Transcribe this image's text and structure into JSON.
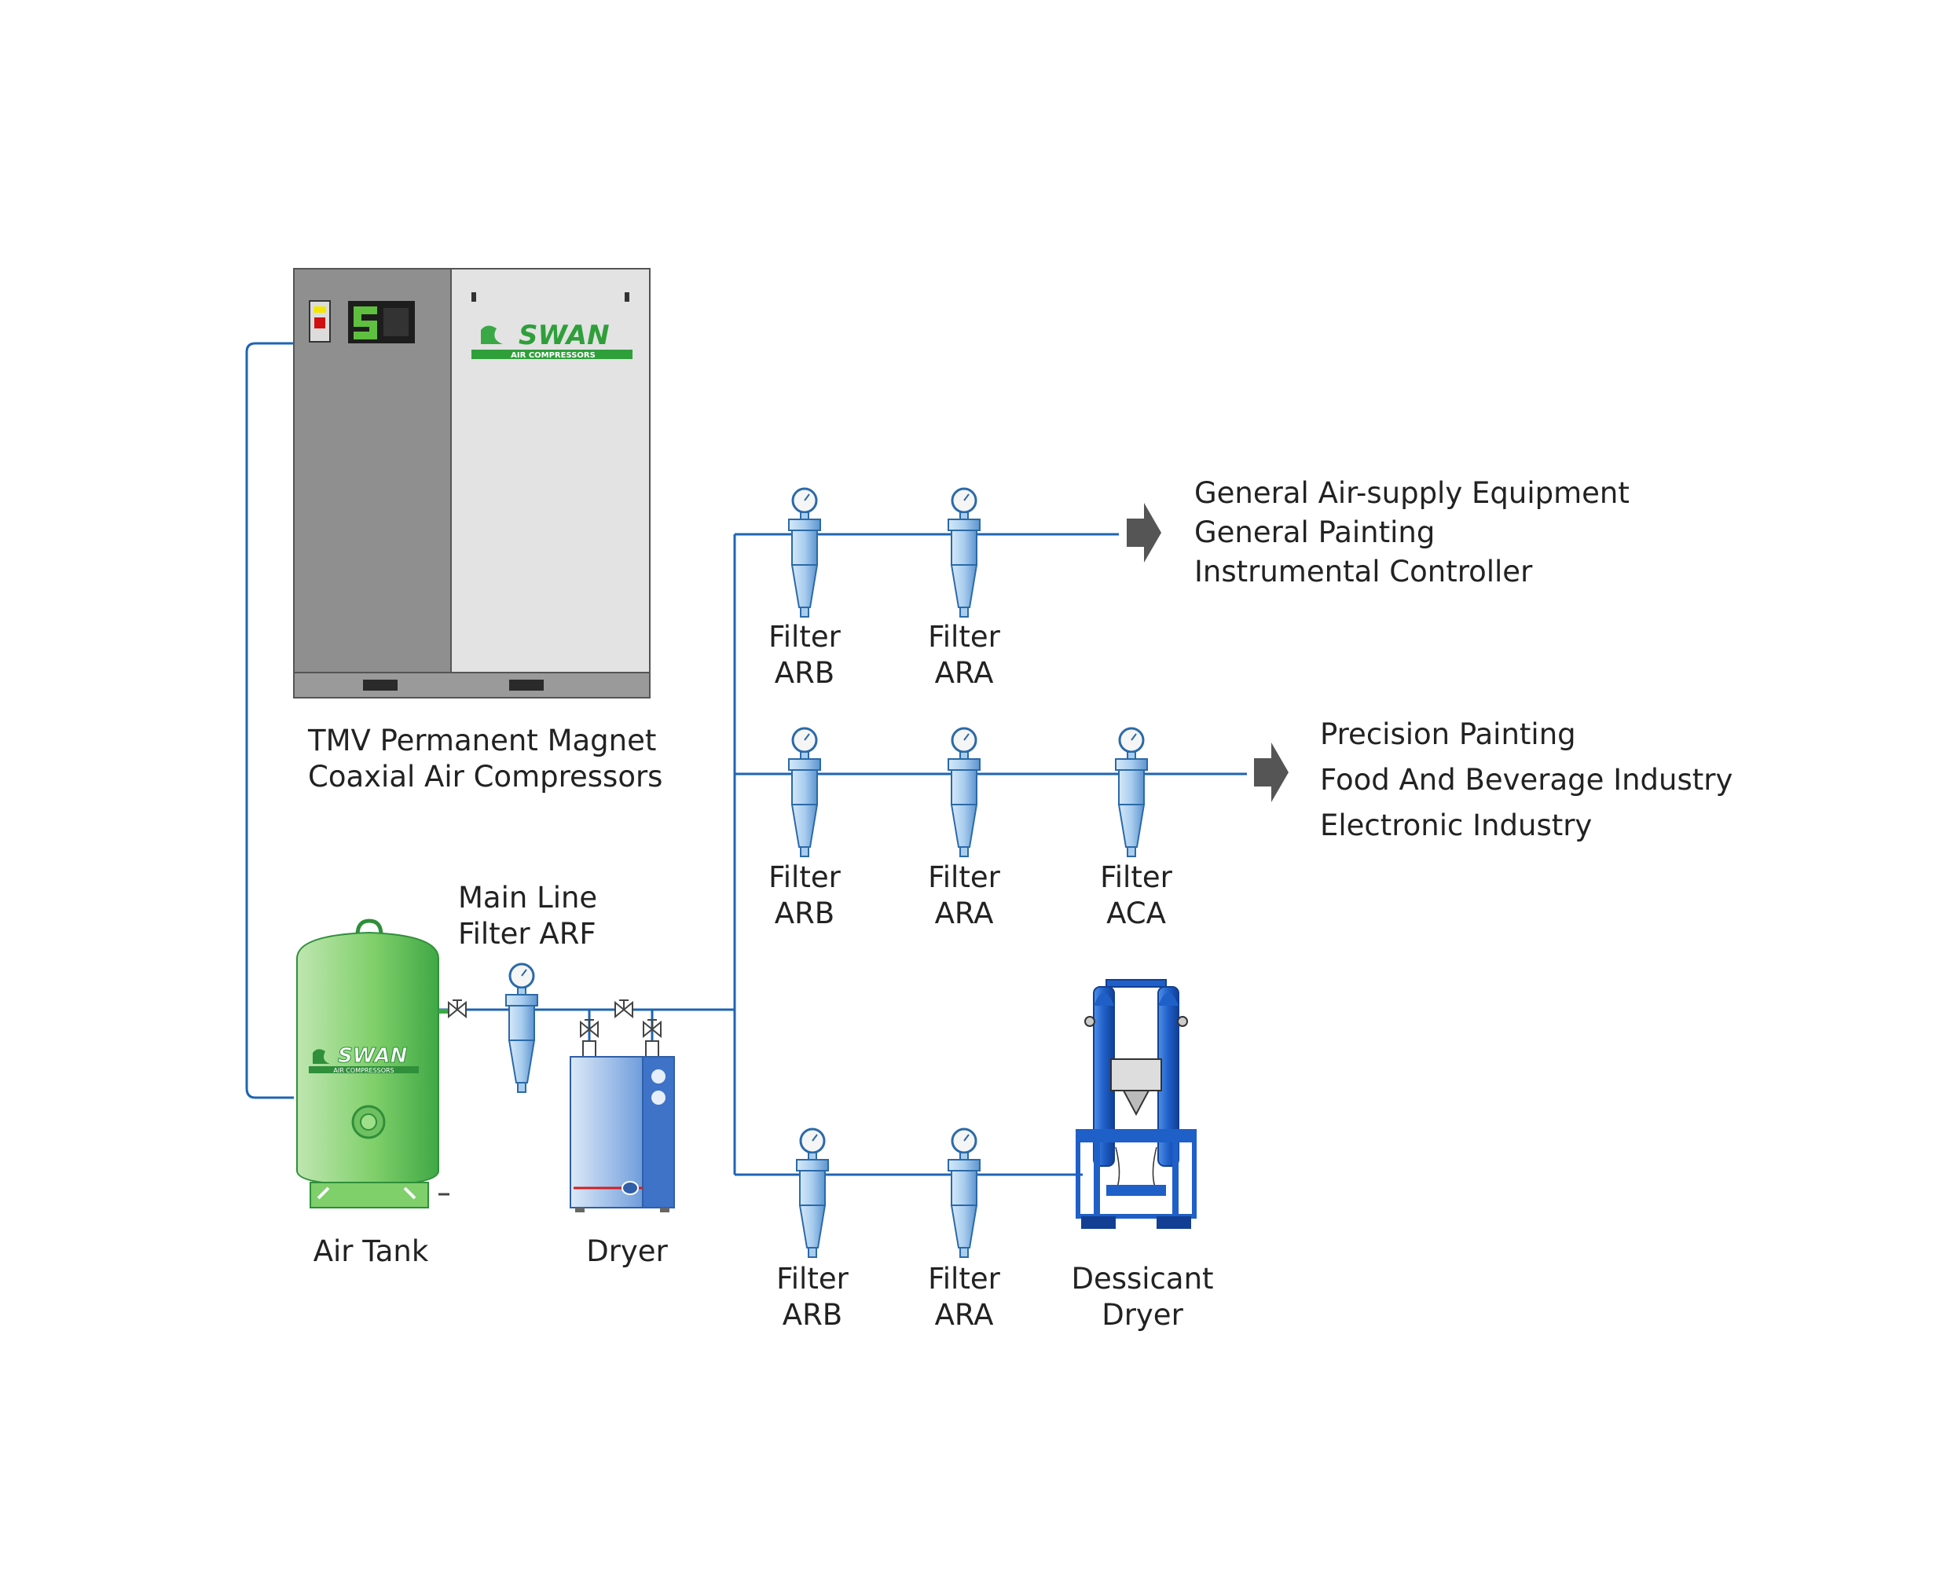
{
  "diagram": {
    "compressor": {
      "label_line1": "TMV Permanent Magnet",
      "label_line2": "Coaxial Air Compressors",
      "logo_text": "SWAN",
      "logo_subtext": "AIR COMPRESSORS"
    },
    "air_tank": {
      "label": "Air Tank",
      "logo_text": "SWAN",
      "logo_subtext": "AIR COMPRESSORS"
    },
    "main_filter": {
      "label_line1": "Main Line",
      "label_line2": "Filter ARF"
    },
    "dryer": {
      "label": "Dryer"
    },
    "branch_top": {
      "filters": [
        {
          "line1": "Filter",
          "line2": "ARB"
        },
        {
          "line1": "Filter",
          "line2": "ARA"
        }
      ],
      "outputs": [
        "General Air-supply Equipment",
        "General Painting",
        "Instrumental Controller"
      ]
    },
    "branch_middle": {
      "filters": [
        {
          "line1": "Filter",
          "line2": "ARB"
        },
        {
          "line1": "Filter",
          "line2": "ARA"
        },
        {
          "line1": "Filter",
          "line2": "ACA"
        }
      ],
      "outputs": [
        "Precision Painting",
        "Food And Beverage Industry",
        "Electronic Industry"
      ]
    },
    "branch_bottom": {
      "filters": [
        {
          "line1": "Filter",
          "line2": "ARB"
        },
        {
          "line1": "Filter",
          "line2": "ARA"
        }
      ],
      "desiccant": {
        "line1": "Dessicant",
        "line2": "Dryer"
      }
    },
    "colors": {
      "pipe": "#1f64b4",
      "filter_body": "#a8cdee",
      "filter_stroke": "#2b6aa8",
      "tank_green": "#7fcf6a",
      "compressor_dark": "#8f8f8f",
      "compressor_light": "#e3e3e3",
      "arrow": "#555555",
      "desiccant_blue": "#1f5fc8"
    }
  }
}
